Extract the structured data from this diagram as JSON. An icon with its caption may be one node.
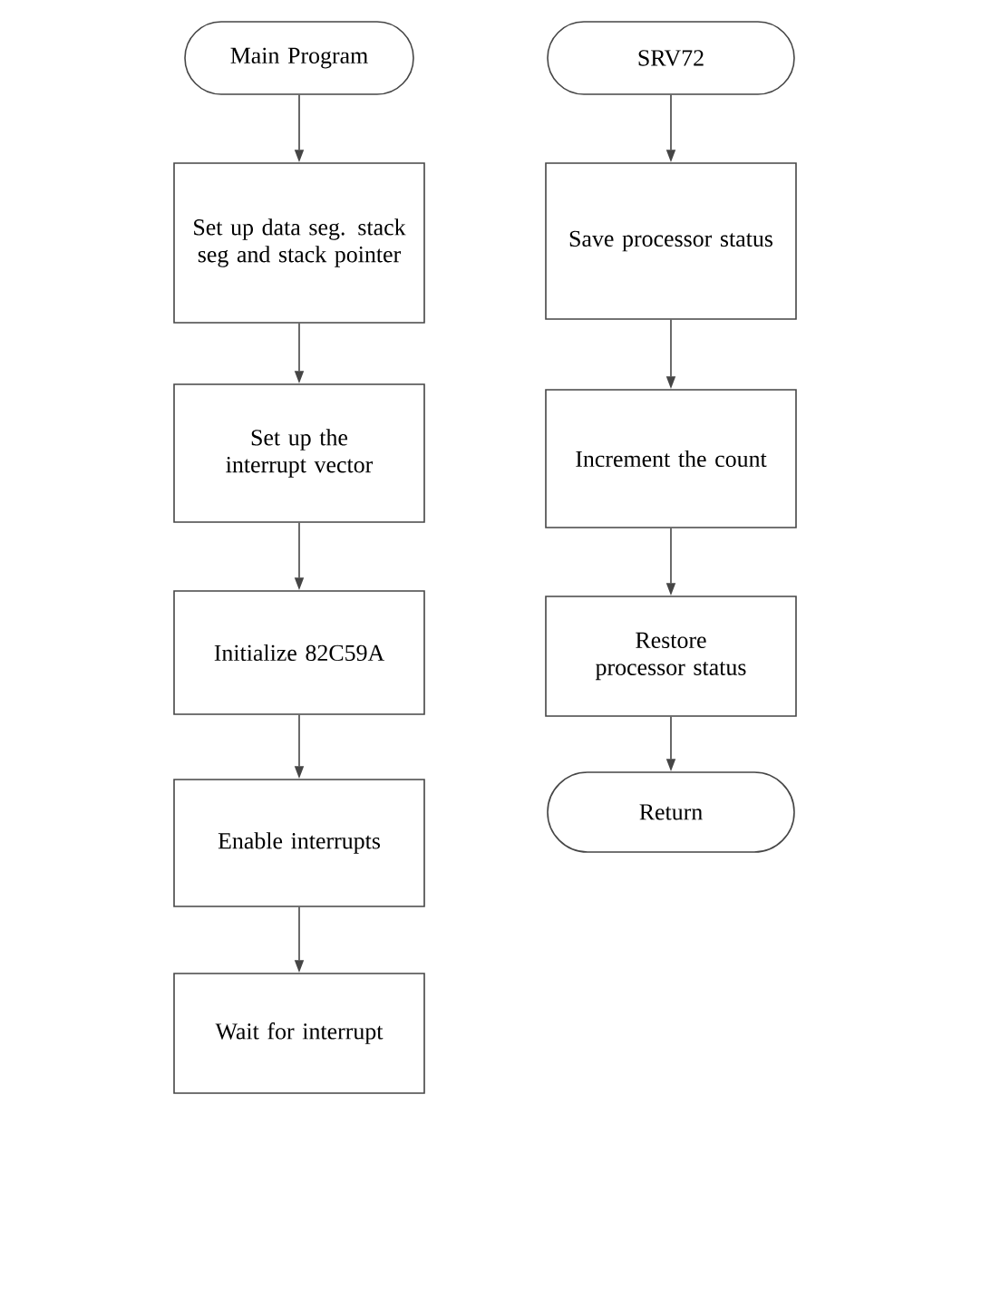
{
  "diagram": {
    "nodes": [
      {
        "text": [
          "Main Program"
        ]
      },
      {
        "text": [
          "Set up data seg. stack seg and stack pointer"
        ]
      },
      {
        "text": [
          "Set up the interrupt vector"
        ]
      },
      {
        "text": [
          "Initialize 82C59A"
        ]
      },
      {
        "text": [
          "Enable interrupts"
        ]
      },
      {
        "text": [
          "Wait for interrupt"
        ]
      },
      {
        "text": [
          "SRV72"
        ]
      },
      {
        "text": [
          "Save processor status"
        ]
      },
      {
        "text": [
          "Increment the count"
        ]
      },
      {
        "text": [
          "Restore processor status"
        ]
      },
      {
        "text": [
          "Return"
        ]
      }
    ],
    "edges": [
      {
        "from": 0,
        "to": 1,
        "arrow": "to"
      },
      {
        "from": 1,
        "to": 2,
        "arrow": "to"
      },
      {
        "from": 2,
        "to": 3,
        "arrow": "to"
      },
      {
        "from": 3,
        "to": 4,
        "arrow": "to"
      },
      {
        "from": 4,
        "to": 5,
        "arrow": "to"
      },
      {
        "from": 6,
        "to": 7,
        "arrow": "to"
      },
      {
        "from": 7,
        "to": 8,
        "arrow": "to"
      },
      {
        "from": 8,
        "to": 9,
        "arrow": "to"
      },
      {
        "from": 9,
        "to": 10,
        "arrow": "to"
      }
    ]
  }
}
